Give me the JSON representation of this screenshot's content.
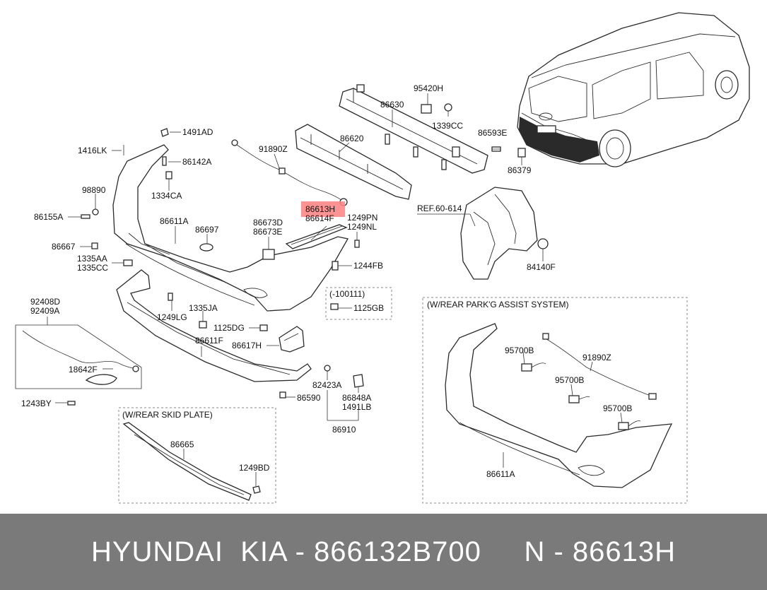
{
  "callouts": {
    "p1491AD": "1491AD",
    "p1416LK": "1416LK",
    "p86142A": "86142A",
    "p98890": "98890",
    "p1334CA": "1334CA",
    "p86155A": "86155A",
    "p86611A": "86611A",
    "p86697": "86697",
    "p86667": "86667",
    "p1335AA": "1335AA",
    "p1335CC": "1335CC",
    "p86673D": "86673D",
    "p86673E": "86673E",
    "p91890Z": "91890Z",
    "p86620": "86620",
    "p86630": "86630",
    "p95420H": "95420H",
    "p1339CC": "1339CC",
    "p86593E": "86593E",
    "p86379": "86379",
    "p86613H": "86613H",
    "p86614F": "86614F",
    "p1249PN": "1249PN",
    "p1249NL": "1249NL",
    "ref": "REF.60-614",
    "p84140F": "84140F",
    "p1244FB": "1244FB",
    "date_note": "(-100111)",
    "p1125GB": "1125GB",
    "p92408D": "92408D",
    "p92409A": "92409A",
    "p1249LG": "1249LG",
    "p1335JA": "1335JA",
    "p1125DG": "1125DG",
    "p86611F": "86611F",
    "p86617H": "86617H",
    "p18642F": "18642F",
    "p1243BY": "1243BY",
    "p82423A": "82423A",
    "p86848A": "86848A",
    "p1491LB": "1491LB",
    "p86590": "86590",
    "p86910": "86910",
    "p86665": "86665",
    "p1249BD": "1249BD",
    "p95700B_1": "95700B",
    "p91890Z_2": "91890Z",
    "p95700B_2": "95700B",
    "p95700B_3": "95700B",
    "p86611A_2": "86611A"
  },
  "boxes": {
    "skid_plate": "(W/REAR SKID PLATE)",
    "park_assist": "(W/REAR PARK'G ASSIST SYSTEM)"
  },
  "highlight": {
    "part": "86613H",
    "color": "#ff8080"
  },
  "footer": {
    "text": "HYUNDAI  KIA - 866132B700     N - 86613H",
    "background": "#7a7a7a",
    "color": "#ffffff"
  }
}
